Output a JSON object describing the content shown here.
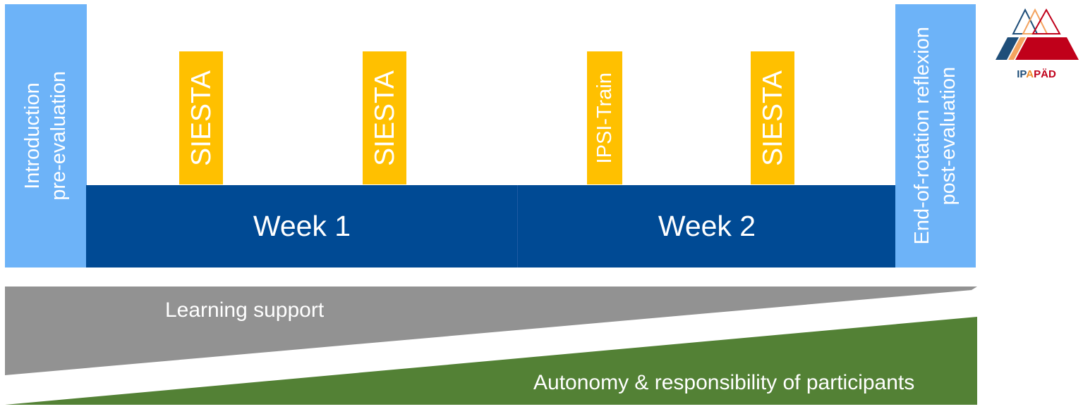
{
  "introduction": {
    "line1": "Introduction",
    "line2": "pre-evaluation"
  },
  "end_block": {
    "line1": "End-of-rotation reflexion",
    "line2": "post-evaluation"
  },
  "weeks": [
    {
      "label": "Week 1"
    },
    {
      "label": "Week 2"
    }
  ],
  "sessions": [
    {
      "label": "SIESTA"
    },
    {
      "label": "SIESTA"
    },
    {
      "label": "IPSI-Train"
    },
    {
      "label": "SIESTA"
    }
  ],
  "learning_support": {
    "label": "Learning support"
  },
  "autonomy": {
    "label": "Autonomy & responsibility of participants"
  },
  "logo": {
    "text_part1": "IP",
    "text_part2": "A",
    "text_part3": "PÄD"
  },
  "colors": {
    "side_blocks": "#6db3f8",
    "week_bar": "#004a94",
    "session": "#ffc000",
    "learning_support_wedge": "#929292",
    "autonomy_wedge": "#538135",
    "logo_dark_blue": "#1f4e79",
    "logo_red": "#c0001a",
    "logo_orange": "#f4a460"
  }
}
